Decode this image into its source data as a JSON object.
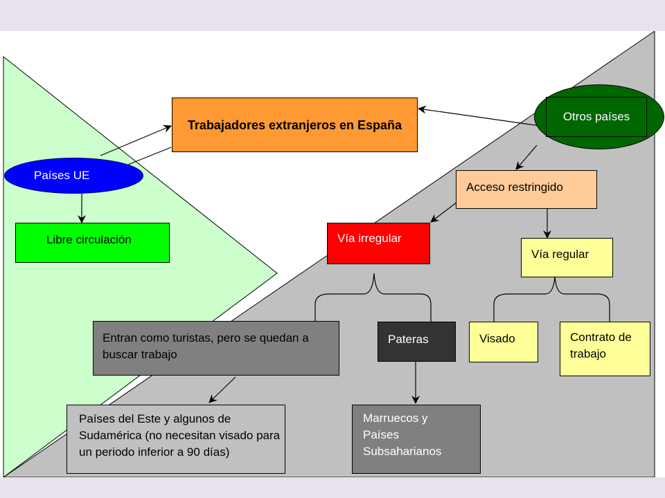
{
  "diagram": {
    "title_box": "Trabajadores extranjeros en España",
    "eu": {
      "label": "Países UE",
      "outcome": "Libre circulación"
    },
    "other": {
      "label": "Otros países",
      "access": "Acceso restringido",
      "irregular": {
        "label": "Vía irregular",
        "tourists": "Entran como turistas, pero se quedan a buscar trabajo",
        "tourists_origin": "Países del Este y algunos de Sudamérica (no necesitan visado para un periodo inferior a 90 días)",
        "boats": "Pateras",
        "boats_origin": "Marruecos y Países Subsaharianos"
      },
      "regular": {
        "label": "Vía regular",
        "visa": "Visado",
        "contract": "Contrato de trabajo"
      }
    }
  },
  "colors": {
    "eu_region": "#ccffcc",
    "other_region": "#c0c0c0",
    "title_fill": "#ff9933",
    "eu_ellipse": "#0000ff",
    "free_movement": "#00ff00",
    "other_ellipse": "#006600",
    "restricted": "#ffcc99",
    "irregular": "#ff0000",
    "regular": "#ffff99",
    "tourists": "#808080",
    "boats": "#333333",
    "boats_origin": "#808080",
    "tourists_origin": "#c0c0c0"
  }
}
